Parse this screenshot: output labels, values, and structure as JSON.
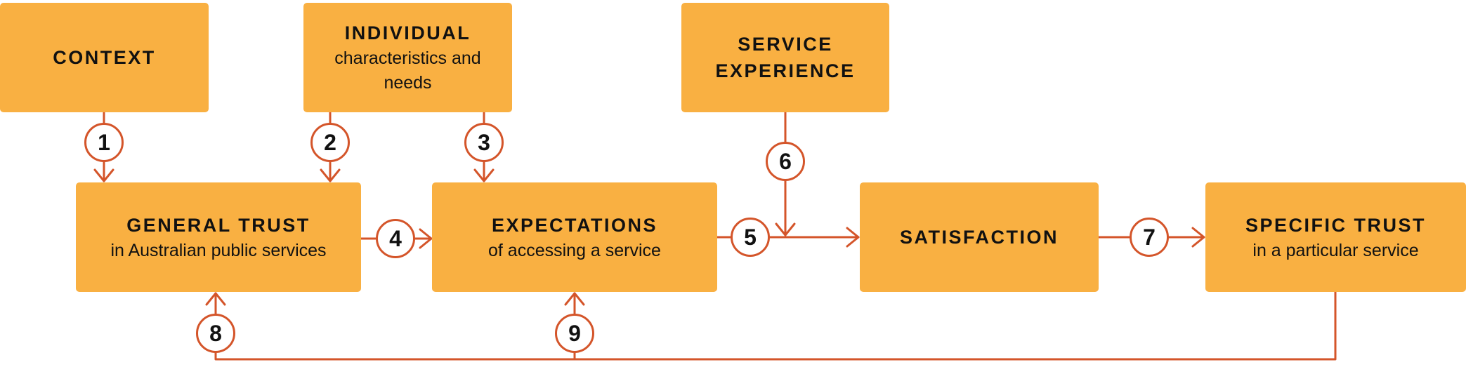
{
  "colors": {
    "box_fill": "#F9B042",
    "connector": "#D4552A",
    "text": "#111111"
  },
  "boxes": {
    "context": {
      "title": "CONTEXT"
    },
    "individual": {
      "title": "INDIVIDUAL",
      "subtitle": "characteristics and\nneeds"
    },
    "service_experience": {
      "title": "SERVICE\nEXPERIENCE"
    },
    "general_trust": {
      "title": "GENERAL TRUST",
      "subtitle": "in Australian public services"
    },
    "expectations": {
      "title": "EXPECTATIONS",
      "subtitle": "of accessing a service"
    },
    "satisfaction": {
      "title": "SATISFACTION"
    },
    "specific_trust": {
      "title": "SPECIFIC TRUST",
      "subtitle": "in a particular service"
    }
  },
  "badges": [
    "1",
    "2",
    "3",
    "4",
    "5",
    "6",
    "7",
    "8",
    "9"
  ]
}
